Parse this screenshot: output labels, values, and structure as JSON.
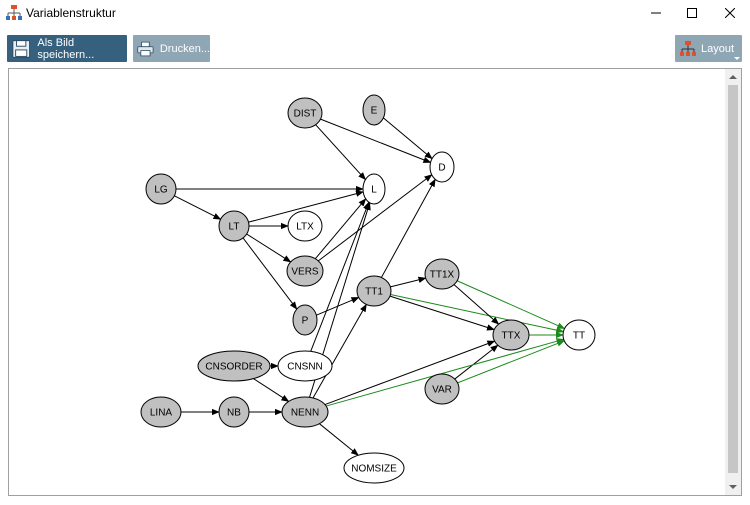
{
  "window": {
    "title": "Variablenstruktur"
  },
  "toolbar": {
    "save_label": "Als Bild speichern...",
    "print_label": "Drucken...",
    "layout_label": "Layout"
  },
  "colors": {
    "shaded_node": "#c0c0c0",
    "plain_node": "#ffffff",
    "edge_black": "#000000",
    "edge_green": "#1a8a1a"
  },
  "graph": {
    "nodes": [
      {
        "id": "DIST",
        "label": "DIST",
        "shaded": true
      },
      {
        "id": "E",
        "label": "E",
        "shaded": true
      },
      {
        "id": "D",
        "label": "D",
        "shaded": false
      },
      {
        "id": "LG",
        "label": "LG",
        "shaded": true
      },
      {
        "id": "L",
        "label": "L",
        "shaded": false
      },
      {
        "id": "LT",
        "label": "LT",
        "shaded": true
      },
      {
        "id": "LTX",
        "label": "LTX",
        "shaded": false
      },
      {
        "id": "VERS",
        "label": "VERS",
        "shaded": true
      },
      {
        "id": "TT1X",
        "label": "TT1X",
        "shaded": true
      },
      {
        "id": "TT1",
        "label": "TT1",
        "shaded": true
      },
      {
        "id": "P",
        "label": "P",
        "shaded": true
      },
      {
        "id": "TTX",
        "label": "TTX",
        "shaded": true
      },
      {
        "id": "TT",
        "label": "TT",
        "shaded": false
      },
      {
        "id": "CNSORDER",
        "label": "CNSORDER",
        "shaded": true
      },
      {
        "id": "CNSNN",
        "label": "CNSNN",
        "shaded": false
      },
      {
        "id": "VAR",
        "label": "VAR",
        "shaded": true
      },
      {
        "id": "LINA",
        "label": "LINA",
        "shaded": true
      },
      {
        "id": "NB",
        "label": "NB",
        "shaded": true
      },
      {
        "id": "NENN",
        "label": "NENN",
        "shaded": true
      },
      {
        "id": "NOMSIZE",
        "label": "NOMSIZE",
        "shaded": false
      }
    ],
    "edges": [
      {
        "from": "DIST",
        "to": "D",
        "color": "black"
      },
      {
        "from": "DIST",
        "to": "L",
        "color": "black"
      },
      {
        "from": "E",
        "to": "D",
        "color": "black"
      },
      {
        "from": "LG",
        "to": "L",
        "color": "black"
      },
      {
        "from": "LG",
        "to": "LT",
        "color": "black"
      },
      {
        "from": "LT",
        "to": "L",
        "color": "black"
      },
      {
        "from": "LT",
        "to": "LTX",
        "color": "black"
      },
      {
        "from": "LT",
        "to": "VERS",
        "color": "black"
      },
      {
        "from": "LT",
        "to": "P",
        "color": "black"
      },
      {
        "from": "VERS",
        "to": "L",
        "color": "black"
      },
      {
        "from": "VERS",
        "to": "D",
        "color": "black"
      },
      {
        "from": "P",
        "to": "TT1",
        "color": "black"
      },
      {
        "from": "TT1",
        "to": "D",
        "color": "black"
      },
      {
        "from": "TT1",
        "to": "TT1X",
        "color": "black"
      },
      {
        "from": "TT1",
        "to": "TTX",
        "color": "black"
      },
      {
        "from": "TT1",
        "to": "TT",
        "color": "green"
      },
      {
        "from": "TT1X",
        "to": "TTX",
        "color": "black"
      },
      {
        "from": "TT1X",
        "to": "TT",
        "color": "green"
      },
      {
        "from": "TTX",
        "to": "TT",
        "color": "green"
      },
      {
        "from": "VAR",
        "to": "TTX",
        "color": "black"
      },
      {
        "from": "VAR",
        "to": "TT",
        "color": "green"
      },
      {
        "from": "CNSORDER",
        "to": "CNSNN",
        "color": "black"
      },
      {
        "from": "CNSORDER",
        "to": "NENN",
        "color": "black"
      },
      {
        "from": "CNSNN",
        "to": "L",
        "color": "black"
      },
      {
        "from": "LINA",
        "to": "NB",
        "color": "black"
      },
      {
        "from": "NB",
        "to": "NENN",
        "color": "black"
      },
      {
        "from": "NENN",
        "to": "L",
        "color": "black"
      },
      {
        "from": "NENN",
        "to": "TT1",
        "color": "black"
      },
      {
        "from": "NENN",
        "to": "TTX",
        "color": "black"
      },
      {
        "from": "NENN",
        "to": "TT",
        "color": "green"
      },
      {
        "from": "NENN",
        "to": "NOMSIZE",
        "color": "black"
      }
    ]
  }
}
